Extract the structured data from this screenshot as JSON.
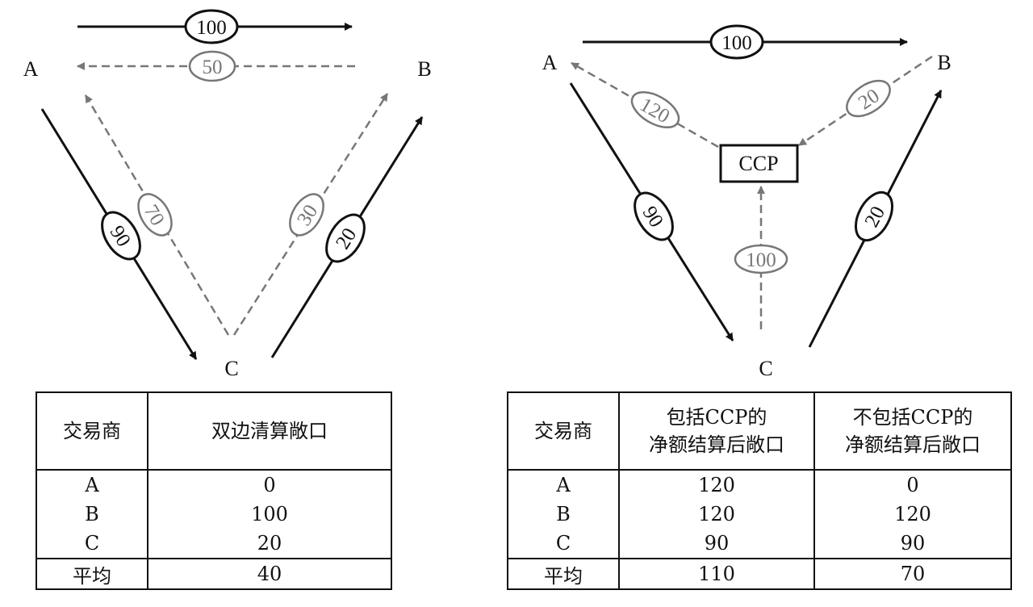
{
  "left": {
    "nodes": {
      "a": "A",
      "b": "B",
      "c": "C"
    },
    "edges": {
      "ab": "100",
      "ba": "50",
      "ac": "90",
      "ca": "70",
      "cb_solid": "20",
      "cb_dash": "30"
    },
    "table": {
      "headers": [
        "交易商",
        "双边清算敞口"
      ],
      "rows": [
        {
          "dealer": "A",
          "value": "0"
        },
        {
          "dealer": "B",
          "value": "100"
        },
        {
          "dealer": "C",
          "value": "20"
        }
      ],
      "footer": {
        "label": "平均",
        "value": "40"
      }
    }
  },
  "right": {
    "nodes": {
      "a": "A",
      "b": "B",
      "c": "C"
    },
    "ccp": "CCP",
    "edges": {
      "ab": "100",
      "a_ccp": "120",
      "b_ccp": "20",
      "c_ccp": "100",
      "ac": "90",
      "cb": "20"
    },
    "table": {
      "headers": [
        "交易商",
        [
          "包括CCP的",
          "净额结算后敞口"
        ],
        [
          "不包括CCP的",
          "净额结算后敞口"
        ]
      ],
      "rows": [
        {
          "dealer": "A",
          "with_ccp": "120",
          "without_ccp": "0"
        },
        {
          "dealer": "B",
          "with_ccp": "120",
          "without_ccp": "120"
        },
        {
          "dealer": "C",
          "with_ccp": "90",
          "without_ccp": "90"
        }
      ],
      "footer": {
        "label": "平均",
        "with_ccp": "110",
        "without_ccp": "70"
      }
    }
  },
  "colors": {
    "solid": "#111111",
    "dashed": "#777777"
  }
}
